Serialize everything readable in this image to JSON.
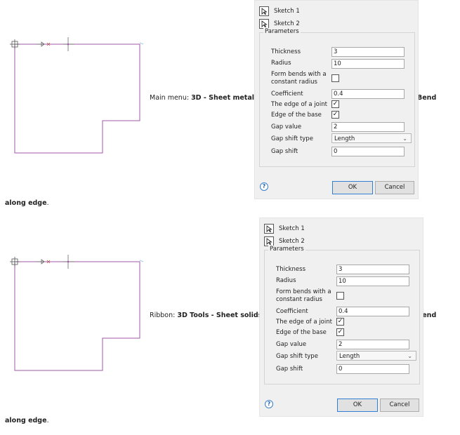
{
  "sections": [
    {
      "caption": {
        "prefix": "Main menu: ",
        "path": "3D - Sheet metal -",
        "tail": "Bend",
        "end": "along edge",
        "dot": "."
      },
      "dialog": {
        "sketches": [
          "Sketch 1",
          "Sketch 2"
        ],
        "group_label": "Parameters",
        "thickness_label": "Thickness",
        "thickness_value": "3",
        "radius_label": "Radius",
        "radius_value": "10",
        "form_bends_label_1": "Form bends with a",
        "form_bends_label_2": "constant radius",
        "coefficient_label": "Coefficient",
        "coefficient_value": "0.4",
        "edge_joint_label": "The edge of a joint",
        "edge_joint_mark": "✓",
        "edge_base_label": "Edge of the base",
        "edge_base_mark": "✓",
        "gap_value_label": "Gap value",
        "gap_value_value": "2",
        "gap_shift_type_label": "Gap shift type",
        "gap_shift_type_value": "Length",
        "gap_shift_label": "Gap shift",
        "gap_shift_value": "0",
        "help_glyph": "?",
        "ok_label": "OK",
        "cancel_label": "Cancel"
      }
    },
    {
      "caption": {
        "prefix": "Ribbon: ",
        "path": "3D Tools - Sheet solids -",
        "tail": "Bend",
        "end": "along edge",
        "dot": "."
      },
      "dialog": {
        "sketches": [
          "Sketch 1",
          "Sketch 2"
        ],
        "group_label": "Parameters",
        "thickness_label": "Thickness",
        "thickness_value": "3",
        "radius_label": "Radius",
        "radius_value": "10",
        "form_bends_label_1": "Form bends with a",
        "form_bends_label_2": "constant radius",
        "coefficient_label": "Coefficient",
        "coefficient_value": "0.4",
        "edge_joint_label": "The edge of a joint",
        "edge_joint_mark": "✓",
        "edge_base_label": "Edge of the base",
        "edge_base_mark": "✓",
        "gap_value_label": "Gap value",
        "gap_value_value": "2",
        "gap_shift_type_label": "Gap shift type",
        "gap_shift_type_value": "Length",
        "gap_shift_label": "Gap shift",
        "gap_shift_value": "0",
        "help_glyph": "?",
        "ok_label": "OK",
        "cancel_label": "Cancel"
      }
    }
  ],
  "colors": {
    "sketch_line": "#a05aa8",
    "accent": "#2f7fd6"
  },
  "icons": {
    "sketch": "cursor-arrow-icon",
    "help": "help-circle-icon",
    "dropdown": "chevron-down-icon"
  }
}
